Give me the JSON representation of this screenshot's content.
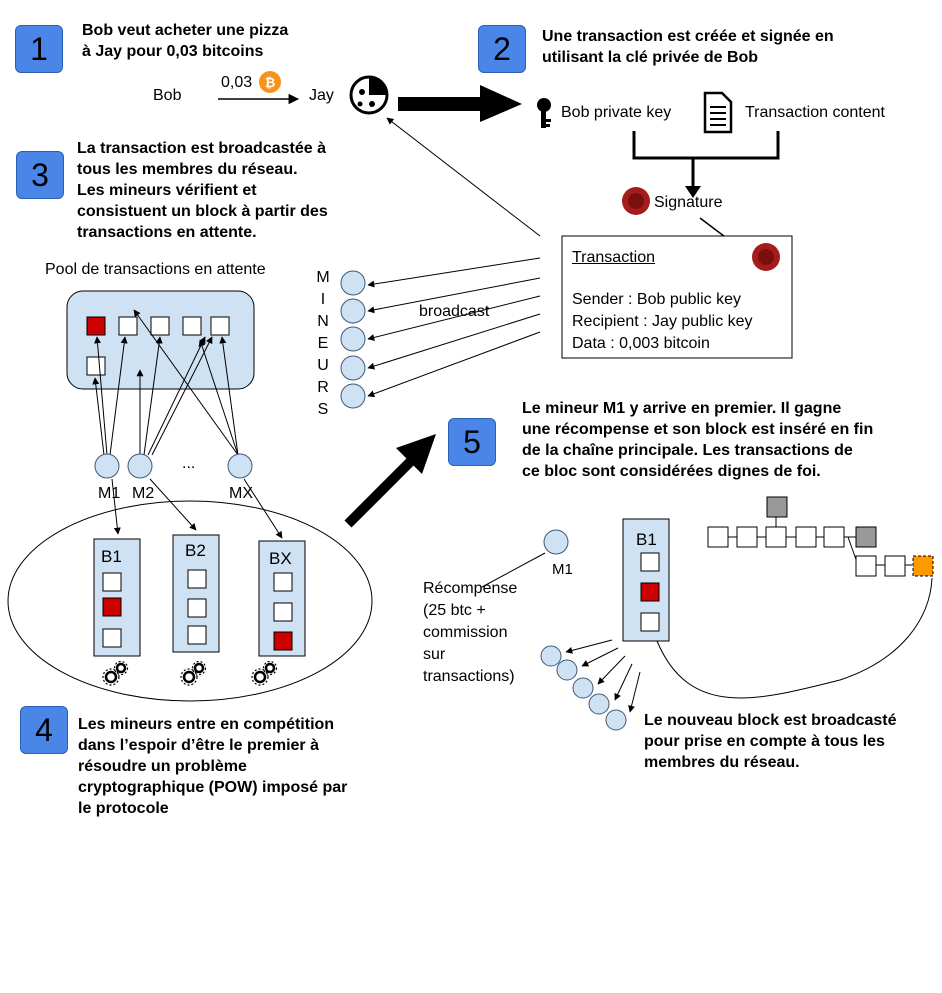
{
  "steps": {
    "s1": {
      "number": "1",
      "text_lines": [
        "Bob veut acheter une pizza",
        "à Jay pour 0,03 bitcoins"
      ]
    },
    "s2": {
      "number": "2",
      "text_lines": [
        "Une transaction est créée et signée en",
        "utilisant la clé privée de Bob"
      ]
    },
    "s3": {
      "number": "3",
      "text_lines": [
        "La transaction est broadcastée à",
        "tous les membres du réseau.",
        "Les mineurs vérifient et",
        "consistuent un block à partir des",
        "transactions  en attente."
      ]
    },
    "s4": {
      "number": "4",
      "text_lines": [
        "Les mineurs entre en compétition",
        "dans l’espoir d’être le premier à",
        "résoudre un problème",
        "cryptographique (POW) imposé par",
        "le protocole"
      ]
    },
    "s5": {
      "number": "5",
      "text_lines": [
        "Le mineur M1 y arrive en premier. Il gagne",
        "une récompense et son block est inséré en fin",
        "de la chaîne principale. Les transactions de",
        "ce bloc sont considérées dignes de foi."
      ]
    }
  },
  "payment": {
    "sender": "Bob",
    "amount": "0,03",
    "receiver": "Jay"
  },
  "signing": {
    "private_key_label": "Bob private key",
    "content_label": "Transaction content",
    "signature_label": "Signature"
  },
  "transaction_card": {
    "title": "Transaction",
    "sender": "Sender : Bob public key",
    "recipient": "Recipient : Jay public key",
    "data": "Data : 0,003 bitcoin"
  },
  "pool": {
    "label": "Pool de transactions en attente"
  },
  "miners_vertical": [
    "M",
    "I",
    "N",
    "E",
    "U",
    "R",
    "S"
  ],
  "broadcast_label": "broadcast",
  "miners": {
    "m1": "M1",
    "m2": "M2",
    "dots": "...",
    "mx": "MX"
  },
  "blocks": {
    "b1": "B1",
    "b2": "B2",
    "bx": "BX"
  },
  "winner": {
    "miner_label": "M1",
    "block_label": "B1",
    "reward_lines": [
      "Récompense",
      "(25 btc +",
      "commission",
      "sur",
      "transactions)"
    ]
  },
  "final_note": {
    "text_lines": [
      "Le nouveau block est broadcasté",
      "pour prise en compte à tous les",
      "membres du réseau."
    ]
  },
  "icons": [
    "bitcoin-icon",
    "pizza-icon",
    "key-icon",
    "document-icon",
    "wax-seal-icon",
    "gears-icon"
  ],
  "colors": {
    "step_blue": "#4a86e8",
    "panel_blue": "#cfe2f3",
    "tx_red": "#cc0000",
    "bitcoin_orange": "#f7931a",
    "pending_orange": "#ff9900",
    "orphan_gray": "#999999",
    "seal_red": "#a61c1c"
  }
}
